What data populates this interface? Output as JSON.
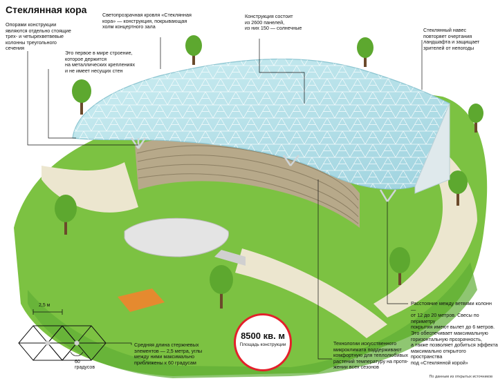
{
  "title": "Стеклянная кора",
  "notes": {
    "supports": "Опорами конструкции\nявляются отдельно стоящие\nтрех- и четырехветвевые\nколонны треугольного\nсечения",
    "first_structure": "Это первое в мире строение,\nкоторое держится\nна металлических креплениях\nи не имеет несущих стен",
    "roof": "Светопрозрачная кровля «Стеклянная\nкора» — конструкция, покрывающая\nхолм концертного зала",
    "panels": "Конструкция состоит\nиз 2600 панелей,\nиз них 150 — солнечные",
    "canopy": "Стеклянный навес\nповторяет очертания\nландшафта и защищает\nзрителей от непогоды",
    "columns": "Расстояние между ветвями колонн —\nот 12 до 20 метров. Свесы по периметру\nпокрытия имеют вылет до 6 метров.\nЭто обеспечивает максимальную\nгоризонтальную прозрачность,\nа также позволяет добиться эффекта\nмаксимально открытого пространства\nпод «Стеклянной корой»",
    "climate": "Технологии искусственного\nмикроклимата поддерживают\nкомфортную для теплолюбивых\nрастений температуру на протя-\nжении всех сезонов",
    "elements": "Средняя длина стержневых\nэлементов — 2,5 метра, углы\nмежду ними максимально\nприближены к 60 градусам"
  },
  "badge": {
    "value": "8500 кв. м",
    "label": "Площадь конструкции"
  },
  "dimension": {
    "length": "2,5 м",
    "angle": "60\nградусов"
  },
  "source": "По данным из открытых источников",
  "colors": {
    "grass": "#7cc242",
    "grass_dark": "#4f9a2e",
    "path": "#ece6cf",
    "glass": "#bfe3ea",
    "glass_line": "#ffffff",
    "steps": "#b7a98a",
    "accent": "#e3202b"
  }
}
